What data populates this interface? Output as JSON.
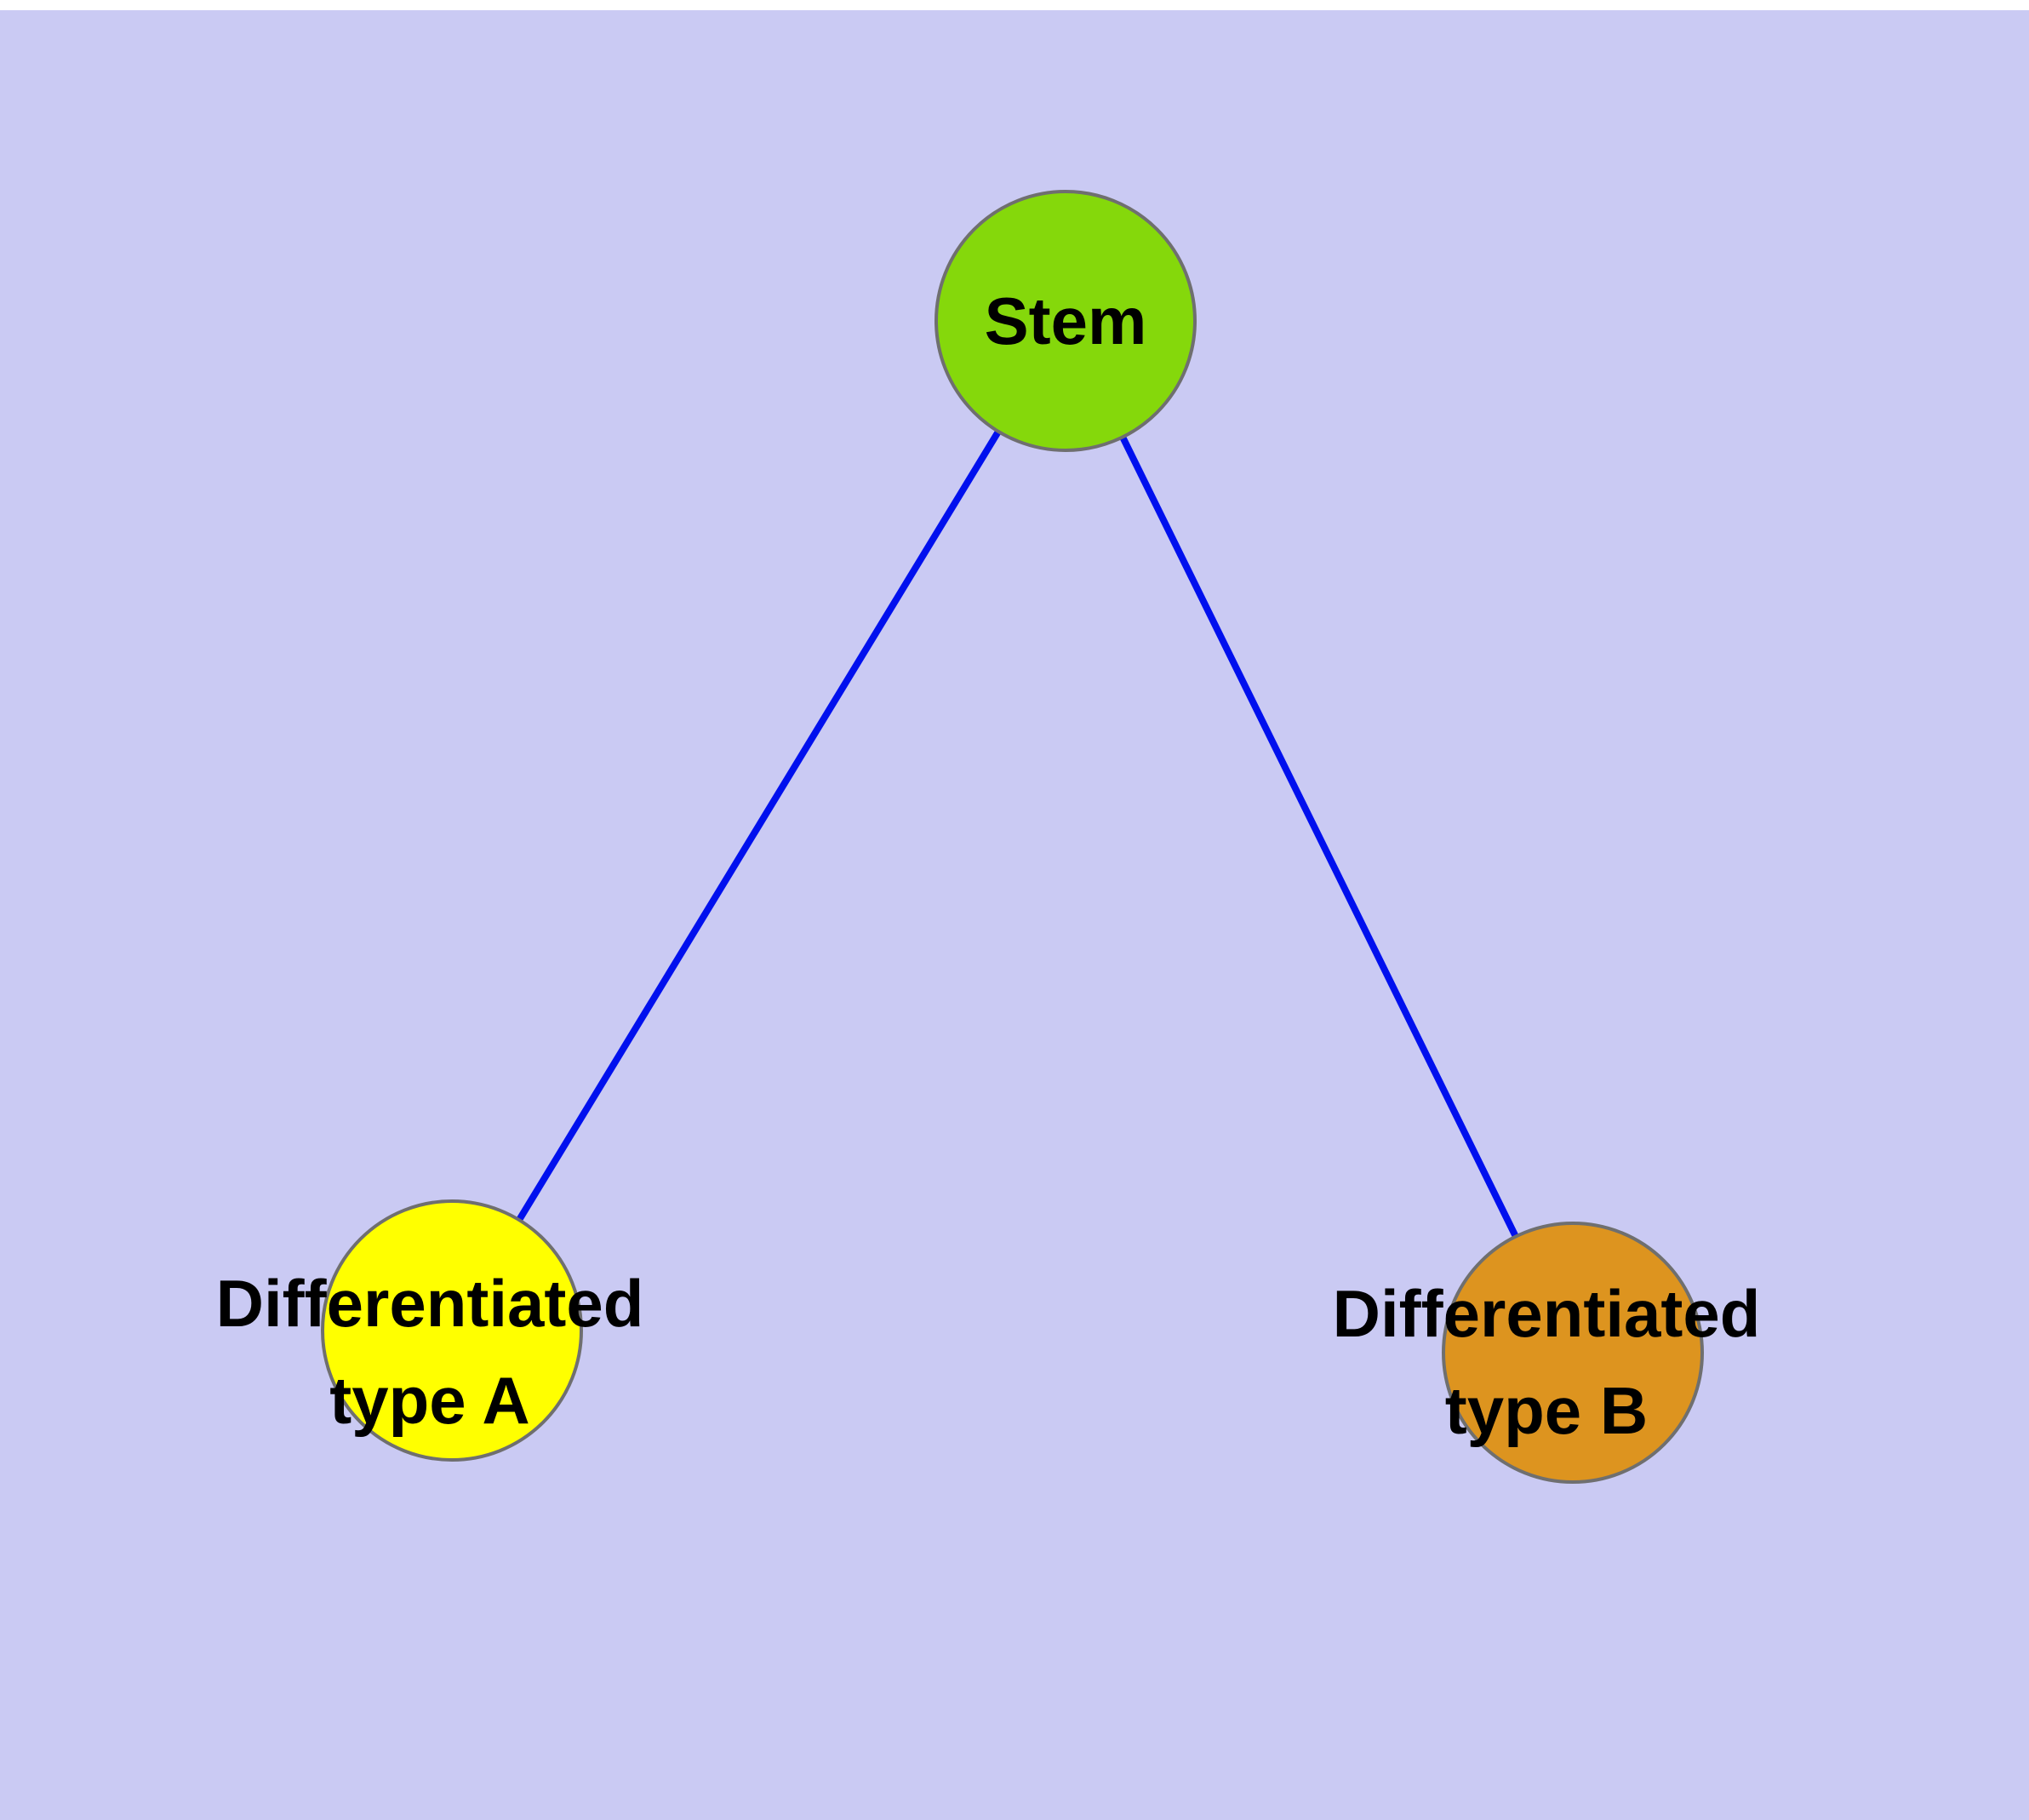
{
  "diagram": {
    "background_color": "#cacaf3",
    "edge_color": "#0010ee",
    "node_stroke_color": "#6f6f6f",
    "nodes": [
      {
        "id": "stem",
        "label": "Stem",
        "fill": "#85d80b"
      },
      {
        "id": "differentiated-type-a",
        "label": "Differentiated\ntype A",
        "fill": "#ffff00"
      },
      {
        "id": "differentiated-type-b",
        "label": "Differentiated\ntype B",
        "fill": "#dd941f"
      }
    ],
    "edges": [
      {
        "from": "stem",
        "to": "differentiated-type-a"
      },
      {
        "from": "stem",
        "to": "differentiated-type-b"
      }
    ]
  }
}
